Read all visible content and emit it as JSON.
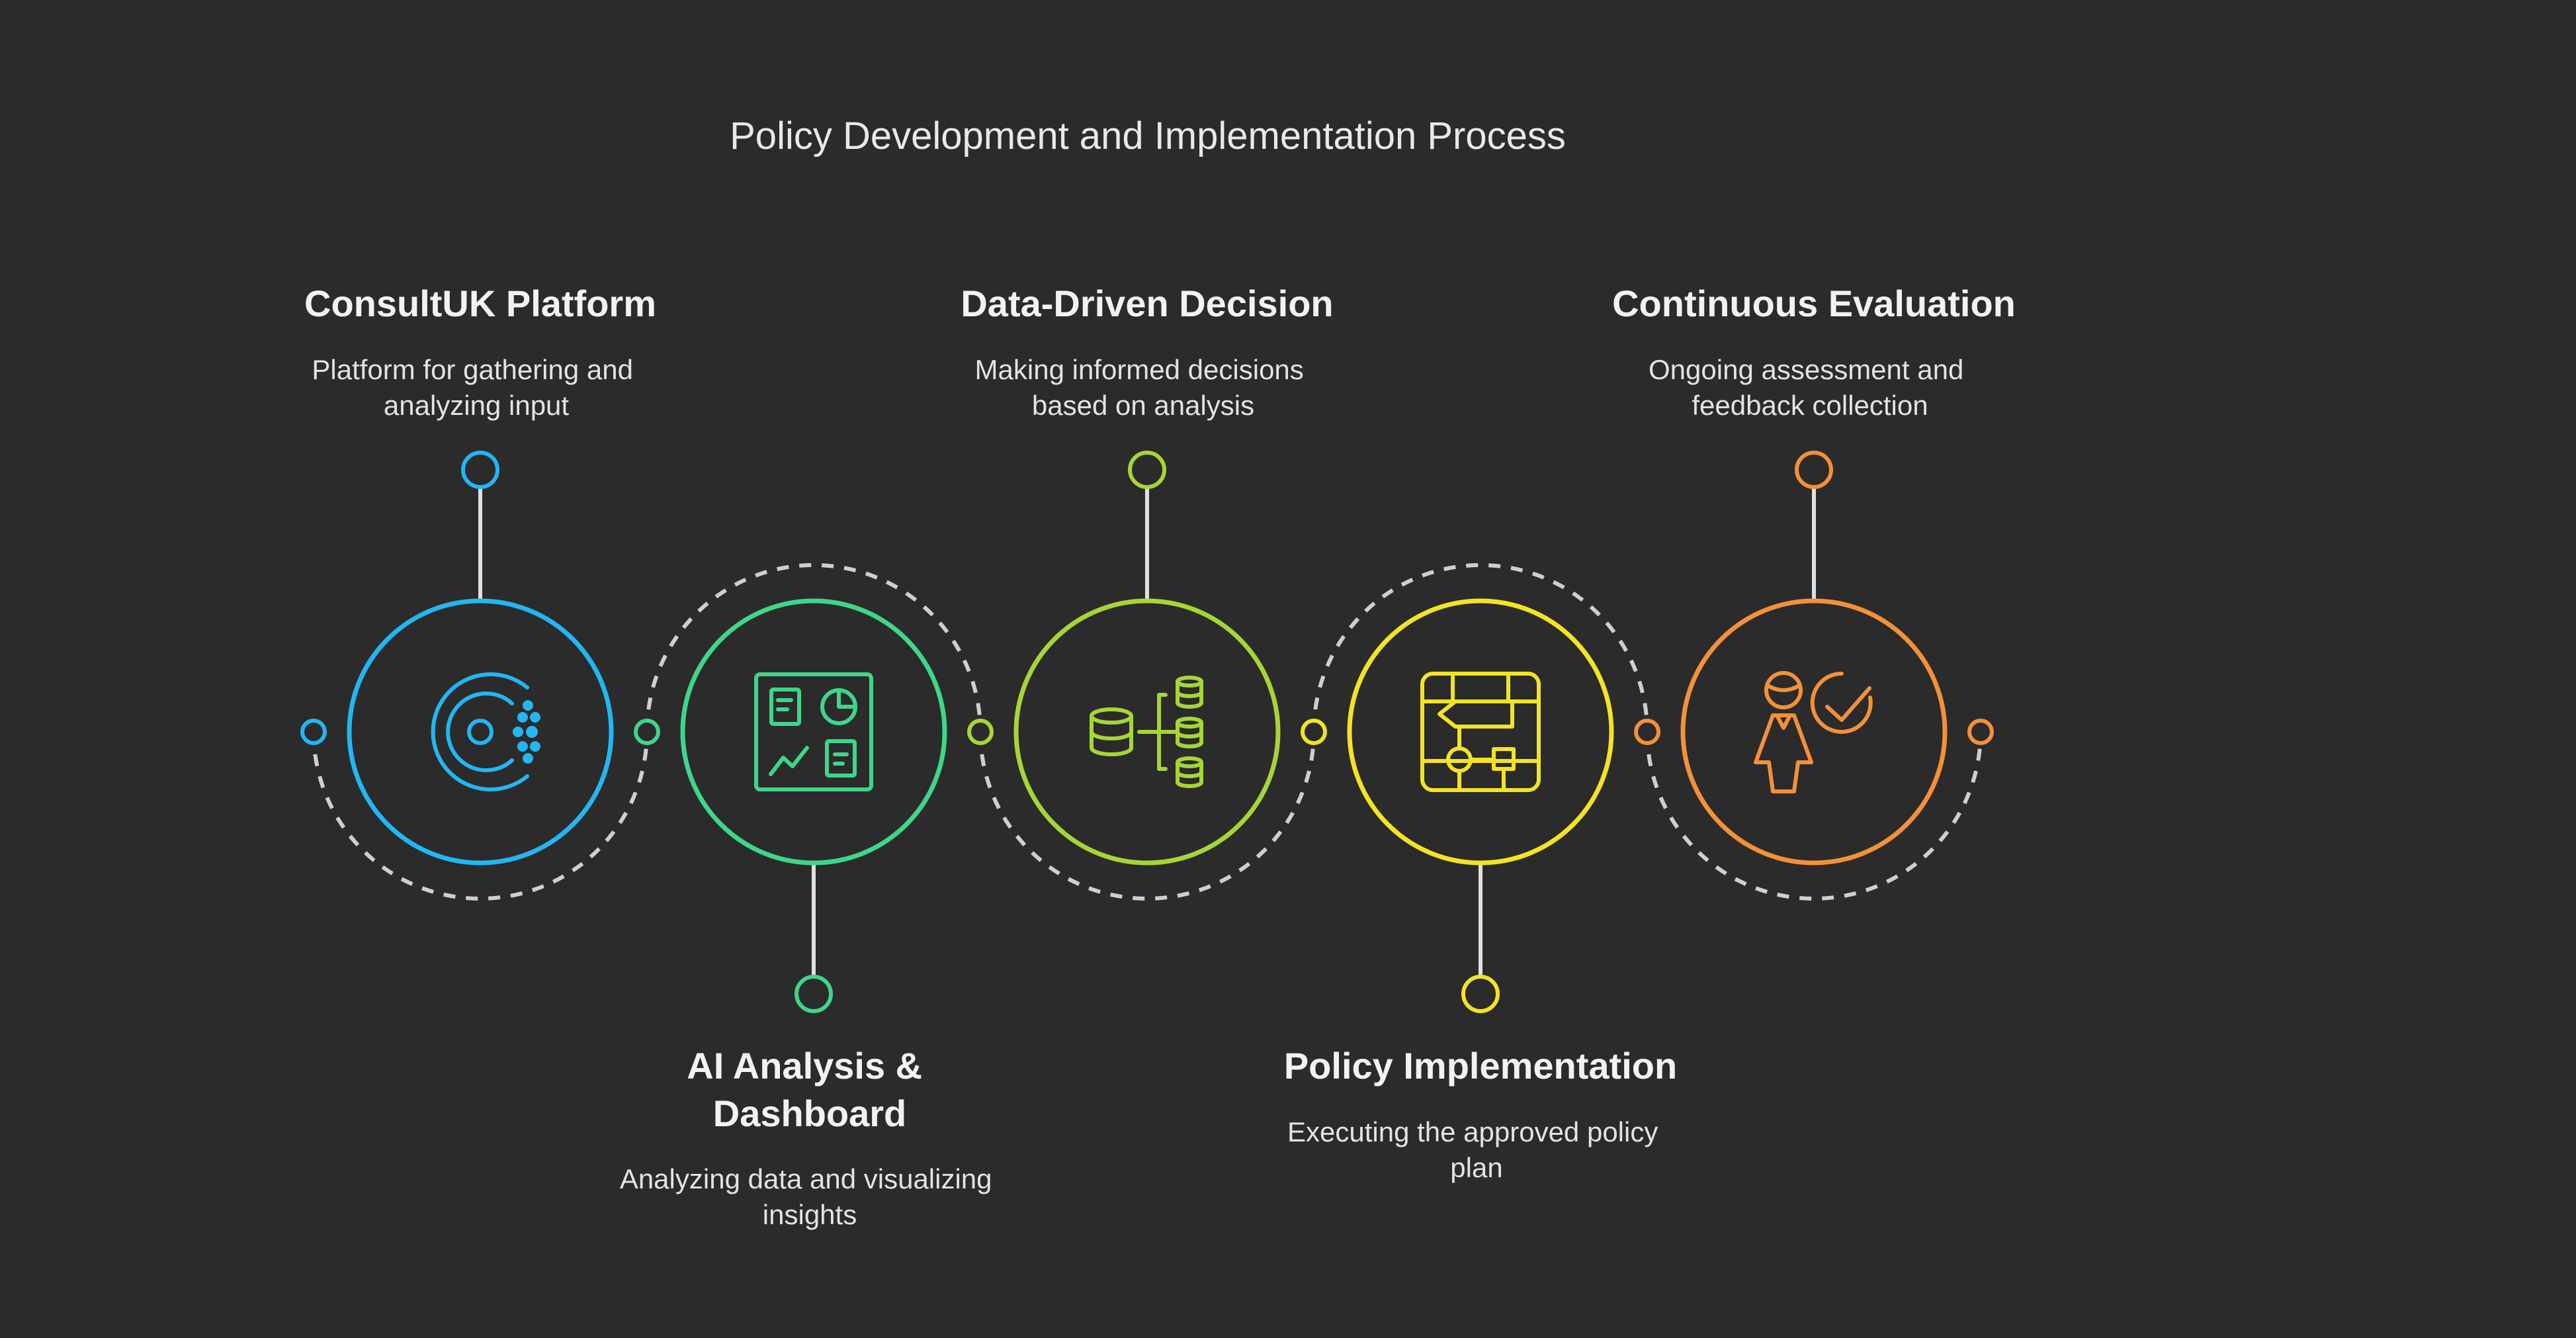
{
  "title": "Policy Development and Implementation Process",
  "colors": {
    "background": "#2b2b2b",
    "connector": "#e0e0e0",
    "dashed": "#cfcfcf"
  },
  "steps": [
    {
      "title_lines": [
        "ConsultUK Platform"
      ],
      "desc_lines": [
        "Platform for gathering and",
        "analyzing input"
      ],
      "color": "#22b7f2",
      "label_side": "top",
      "icon": "consultuk-logo-icon"
    },
    {
      "title_lines": [
        "AI Analysis &",
        "Dashboard"
      ],
      "desc_lines": [
        "Analyzing data and visualizing",
        "insights"
      ],
      "color": "#3ed68a",
      "label_side": "bottom",
      "icon": "dashboard-icon"
    },
    {
      "title_lines": [
        "Data-Driven Decision"
      ],
      "desc_lines": [
        "Making informed decisions",
        "based on analysis"
      ],
      "color": "#a6d636",
      "label_side": "top",
      "icon": "database-tree-icon"
    },
    {
      "title_lines": [
        "Policy Implementation"
      ],
      "desc_lines": [
        "Executing the approved policy",
        "plan"
      ],
      "color": "#f2e422",
      "label_side": "bottom",
      "icon": "flowchart-chip-icon"
    },
    {
      "title_lines": [
        "Continuous Evaluation"
      ],
      "desc_lines": [
        "Ongoing assessment and",
        "feedback collection"
      ],
      "color": "#f2913a",
      "label_side": "top",
      "icon": "person-check-icon"
    }
  ]
}
